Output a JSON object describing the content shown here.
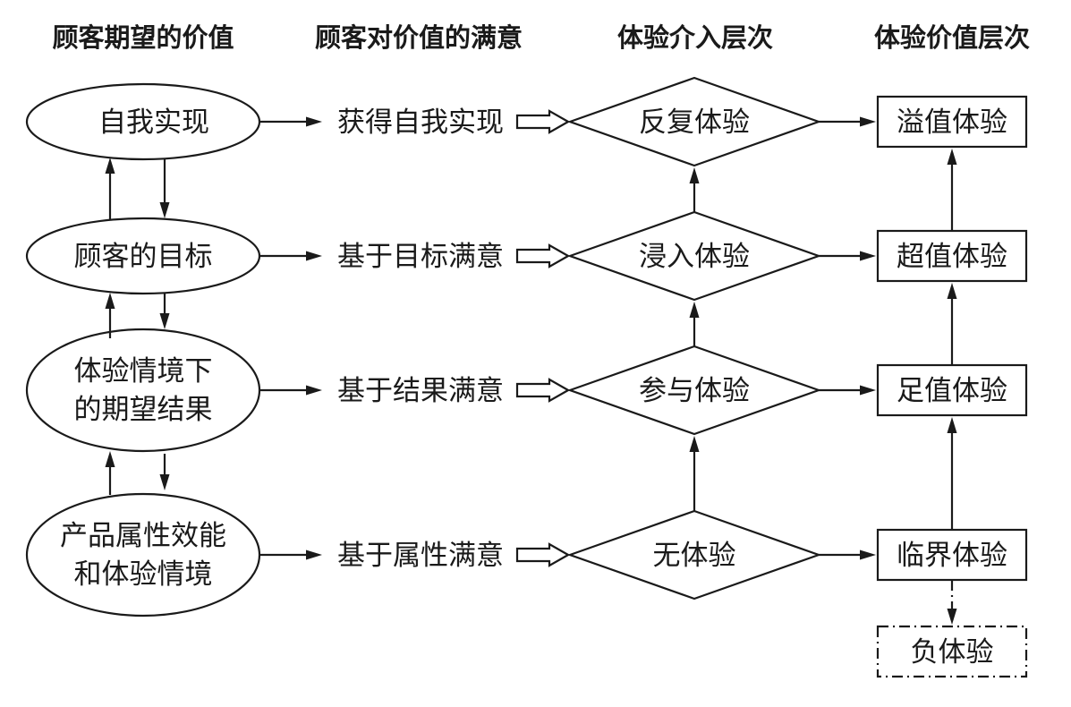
{
  "headers": {
    "col1": "顾客期望的价值",
    "col2": "顾客对价值的满意",
    "col3": "体验介入层次",
    "col4": "体验价值层次"
  },
  "expectations": {
    "self_actualization": "自我实现",
    "customer_goals": "顾客的目标",
    "expected_results_line1": "体验情境下",
    "expected_results_line2": "的期望结果",
    "attributes_line1": "产品属性效能",
    "attributes_line2": "和体验情境"
  },
  "satisfaction": {
    "self_actualization": "获得自我实现",
    "goal_based": "基于目标满意",
    "result_based": "基于结果满意",
    "attribute_based": "基于属性满意"
  },
  "involvement": {
    "repeated": "反复体验",
    "immersive": "浸入体验",
    "participatory": "参与体验",
    "none": "无体验"
  },
  "value_levels": {
    "overflow": "溢值体验",
    "super": "超值体验",
    "adequate": "足值体验",
    "critical": "临界体验",
    "negative": "负体验"
  }
}
